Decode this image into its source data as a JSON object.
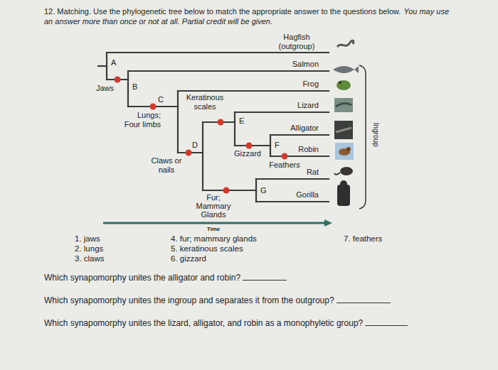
{
  "diagram": {
    "title": "12. Matching. Use the phylogenetic tree below to match the appropriate answer to the questions below.",
    "labels": [
      "You may use an answer more than once or not at all. Partial credit will be given.",
      "Hagfish (outgroup)",
      "Salmon",
      "Frog",
      "Lizard",
      "Alligator",
      "Robin",
      "Rat",
      "Gorilla",
      "A",
      "B",
      "C",
      "D",
      "E",
      "F",
      "G",
      "Jaws",
      "Lungs; Four limbs",
      "Keratinous scales",
      "Gizzard",
      "Claws or nails",
      "Feathers",
      "Fur; Mammary Glands",
      "Time",
      "Ingroup",
      "1. jaws",
      "2. lungs",
      "3. claws",
      "4. fur; mammary glands",
      "5. keratinous scales",
      "6. gizzard",
      "7. feathers",
      "Which synapomorphy unites the alligator and robin?",
      "Which synapomorphy unites the ingroup and separates it from the outgroup?",
      "Which synapomorphy unites the lizard, alligator, and robin as a monophyletic group?"
    ]
  }
}
